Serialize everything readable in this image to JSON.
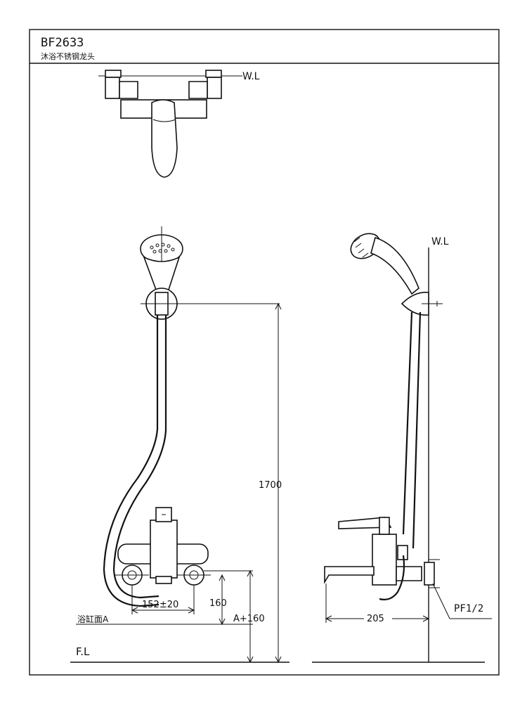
{
  "title_block": {
    "model": "BF2633",
    "product_name": "沐浴不锈钢龙头"
  },
  "labels": {
    "water_level_top": "W.L",
    "water_level_side": "W.L",
    "floor_level": "F.L",
    "bath_surface": "浴缸面A",
    "pipe_thread": "PF1/2"
  },
  "dimensions": {
    "height_total": "1700",
    "spacing": "152±20",
    "inlet_height": "160",
    "mount_height": "A+160",
    "spout_reach": "205"
  }
}
